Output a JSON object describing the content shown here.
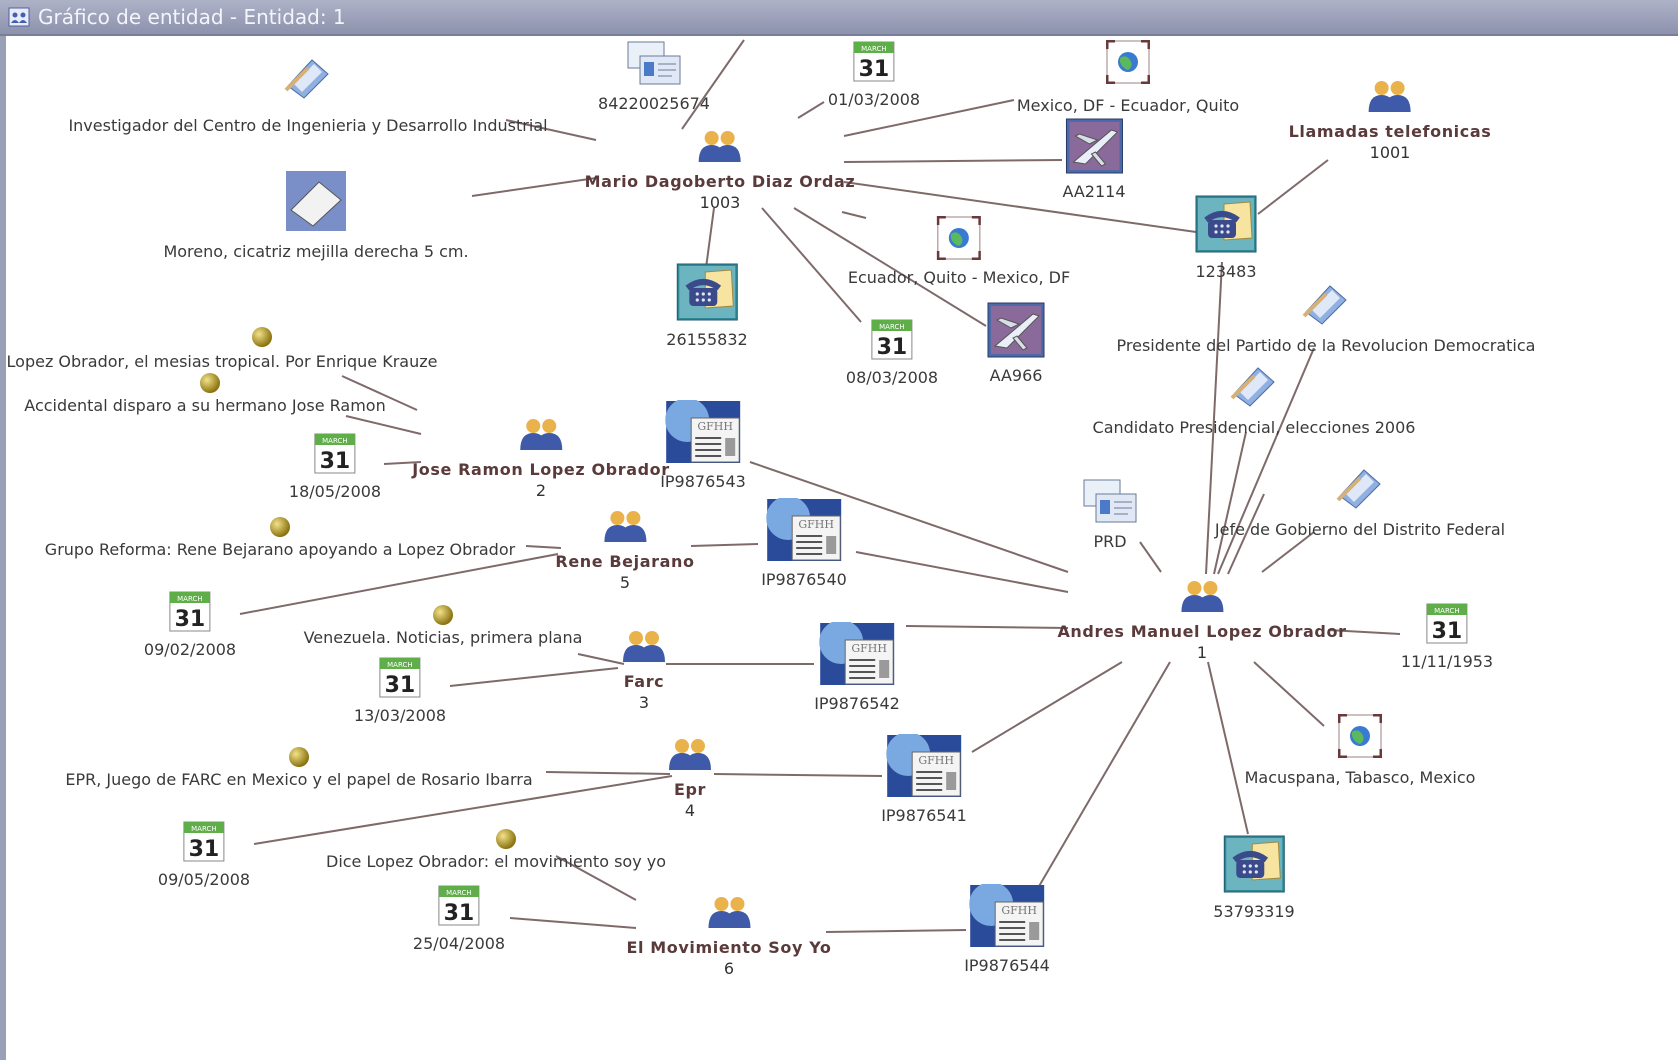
{
  "window": {
    "title": "Gráfico de entidad - Entidad: 1"
  },
  "graph": {
    "people": [
      {
        "name": "Mario Dagoberto Diaz Ordaz",
        "id": "1003"
      },
      {
        "name": "Llamadas telefonicas",
        "id": "1001"
      },
      {
        "name": "Jose Ramon Lopez Obrador",
        "id": "2"
      },
      {
        "name": "Rene Bejarano",
        "id": "5"
      },
      {
        "name": "Farc",
        "id": "3"
      },
      {
        "name": "Andres Manuel Lopez Obrador",
        "id": "1"
      },
      {
        "name": "Epr",
        "id": "4"
      },
      {
        "name": "El Movimiento Soy Yo",
        "id": "6"
      }
    ],
    "items": [
      "Investigador del Centro de Ingenieria y Desarrollo Industrial",
      "84220025674",
      "01/03/2008",
      "Mexico, DF - Ecuador, Quito",
      "AA2114",
      "Moreno, cicatriz mejilla derecha 5 cm.",
      "26155832",
      "Ecuador, Quito - Mexico, DF",
      "123483",
      "08/03/2008",
      "AA966",
      "Presidente del Partido de la Revolucion Democratica",
      "Lopez Obrador, el mesias tropical. Por Enrique Krauze",
      "Accidental disparo a su hermano Jose Ramon",
      "18/05/2008",
      "IP9876543",
      "Candidato Presidencial, elecciones 2006",
      "PRD",
      "Jefe de Gobierno del Distrito Federal",
      "Grupo Reforma: Rene Bejarano apoyando a Lopez Obrador",
      "IP9876540",
      "09/02/2008",
      "Venezuela. Noticias, primera plana",
      "11/11/1953",
      "13/03/2008",
      "IP9876542",
      "EPR, Juego de FARC en Mexico y el papel de Rosario Ibarra",
      "Macuspana, Tabasco, Mexico",
      "IP9876541",
      "09/05/2008",
      "Dice Lopez Obrador: el movimiento soy yo",
      "53793319",
      "25/04/2008",
      "IP9876544"
    ],
    "icons": {
      "person": "people-icon",
      "phone": "telephone-icon",
      "calendar": "calendar-icon",
      "location": "globe-icon",
      "flight": "airplane-icon",
      "document": "document-icon",
      "ip": "web-document-icon",
      "news": "newspaper-icon",
      "article": "gold-ball-icon",
      "id": "id-cards-icon"
    },
    "calendar_month": "MARCH",
    "calendar_day": "31",
    "ip_watermark": "GFHH",
    "colors": {
      "edge": "#7f6a6a",
      "person_text": "#5a3a3a",
      "person_icon": "#3e5aa8",
      "title_bg": "#9ea3bb"
    }
  }
}
